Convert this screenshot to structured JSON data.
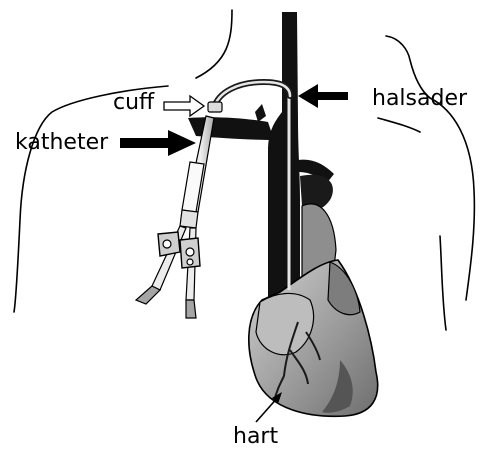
{
  "labels": {
    "cuff": "cuff",
    "katheter": "katheter",
    "halsader": "halsader",
    "hart": "hart"
  },
  "colors": {
    "outline": "#000000",
    "vessel": "#111111",
    "heart_fill": "#9a9a9a",
    "heart_light": "#c4c4c4",
    "catheter_tube": "#d9d9d9",
    "background": "#ffffff"
  },
  "icons": {
    "cuff_pointer": "open-arrow-icon",
    "katheter_pointer": "filled-arrow-icon",
    "halsader_pointer": "filled-arrow-icon",
    "hart_pointer": "line-arrow-icon"
  }
}
